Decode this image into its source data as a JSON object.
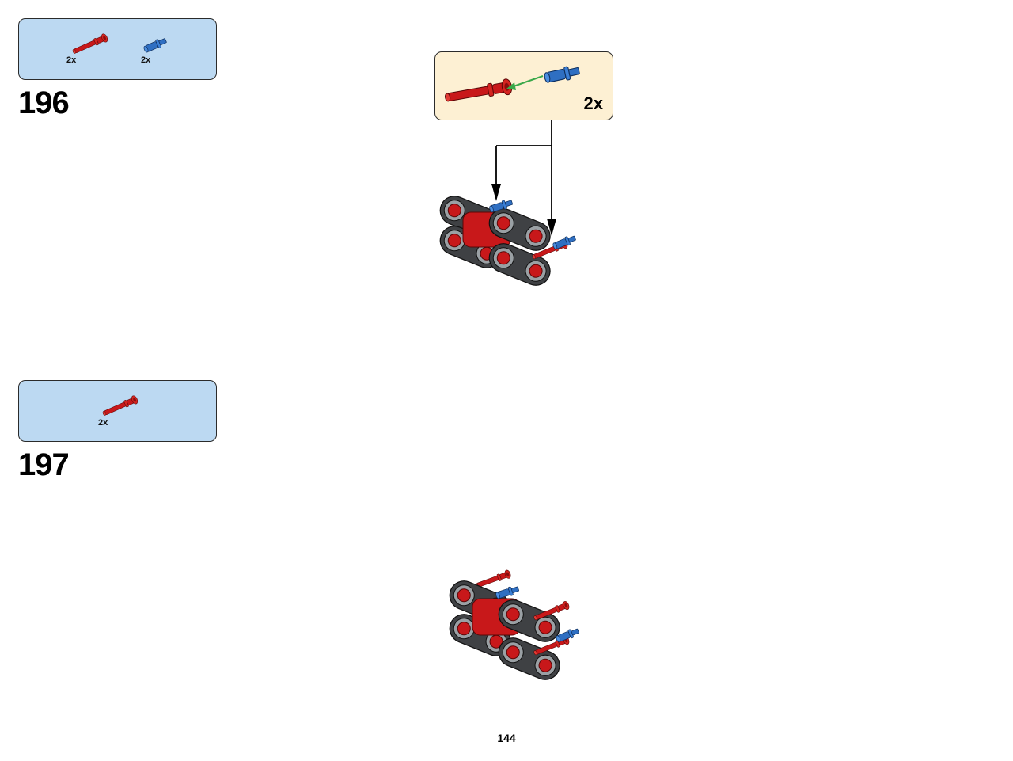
{
  "steps": [
    {
      "number": "196",
      "parts": [
        {
          "name": "red-long-pin-with-bushing",
          "qty": "2x",
          "color": "#d0201b"
        },
        {
          "name": "blue-axle-pin",
          "qty": "2x",
          "color": "#2f6fc2"
        }
      ],
      "callout": {
        "qty": "2x",
        "background": "#fdf0d3"
      }
    },
    {
      "number": "197",
      "parts": [
        {
          "name": "red-long-pin-with-bushing",
          "qty": "2x",
          "color": "#d0201b"
        }
      ]
    }
  ],
  "page_number": "144",
  "colors": {
    "parts_box": "#bcd9f2",
    "callout_box": "#fdf0d3",
    "connector_arrow": "#3aa84a"
  }
}
